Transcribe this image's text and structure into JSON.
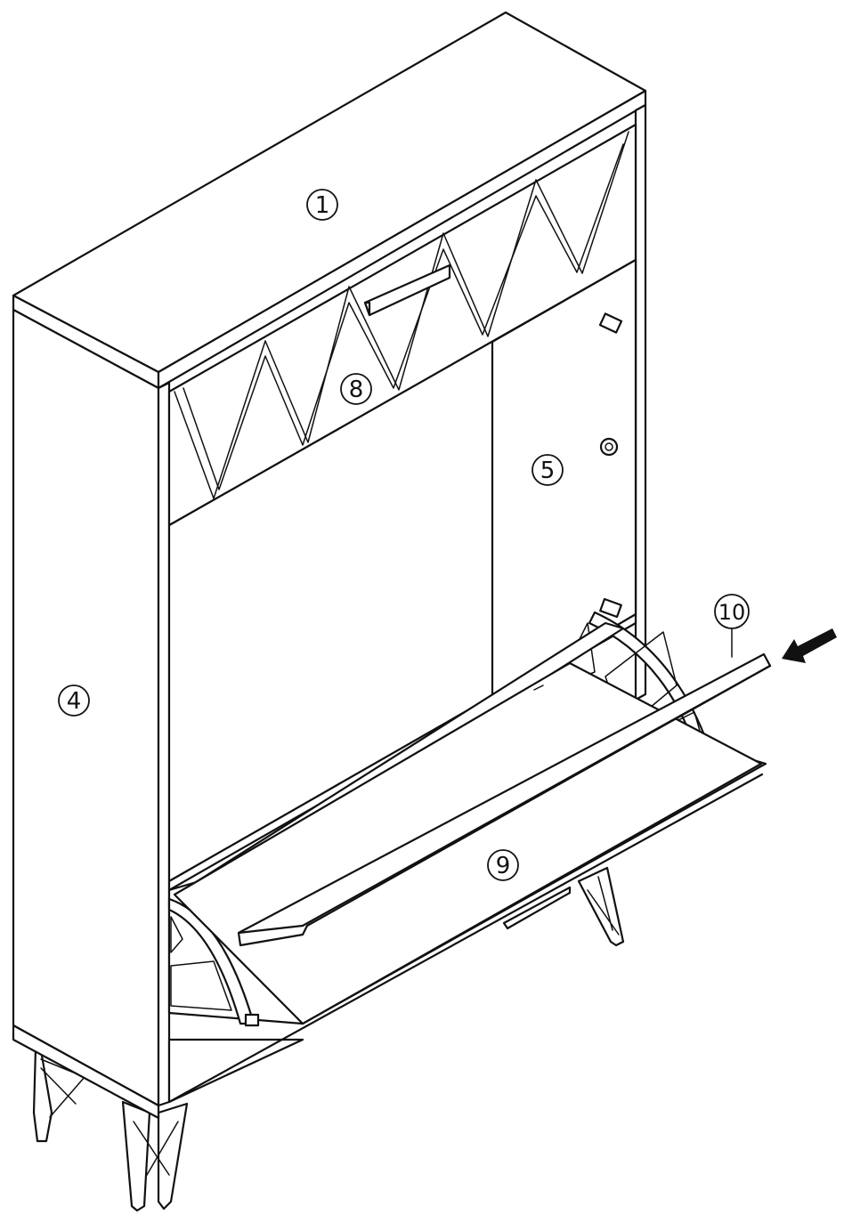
{
  "callouts": {
    "top_panel": "1",
    "side_panel": "4",
    "door": "5",
    "drawer_front": "8",
    "flap_door": "9",
    "shelf_board": "10"
  }
}
